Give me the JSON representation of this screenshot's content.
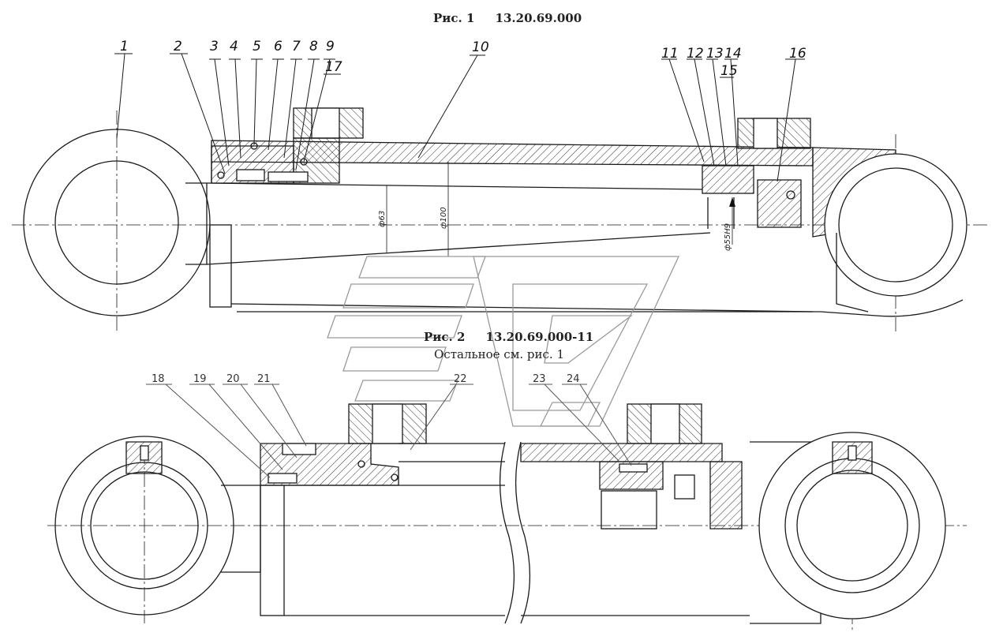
{
  "figure1": {
    "title": "Рис. 1     13.20.69.000",
    "callouts": [
      {
        "id": "1",
        "label": "1"
      },
      {
        "id": "2",
        "label": "2"
      },
      {
        "id": "3",
        "label": "3"
      },
      {
        "id": "4",
        "label": "4"
      },
      {
        "id": "5",
        "label": "5"
      },
      {
        "id": "6",
        "label": "6"
      },
      {
        "id": "7",
        "label": "7"
      },
      {
        "id": "8",
        "label": "8"
      },
      {
        "id": "9",
        "label": "9"
      },
      {
        "id": "17",
        "label": "17"
      },
      {
        "id": "10",
        "label": "10"
      },
      {
        "id": "11",
        "label": "11"
      },
      {
        "id": "12",
        "label": "12"
      },
      {
        "id": "13",
        "label": "13"
      },
      {
        "id": "14",
        "label": "14"
      },
      {
        "id": "15",
        "label": "15"
      },
      {
        "id": "16",
        "label": "16"
      }
    ],
    "dimensions": {
      "d_rod": "ф63",
      "d_bore": "ф100",
      "d_pin": "ф55Н9"
    }
  },
  "figure2": {
    "title": "Рис. 2     13.20.69.000-11",
    "subtitle": "Остальное см. рис. 1",
    "callouts": [
      {
        "id": "18",
        "label": "18"
      },
      {
        "id": "19",
        "label": "19"
      },
      {
        "id": "20",
        "label": "20"
      },
      {
        "id": "21",
        "label": "21"
      },
      {
        "id": "22",
        "label": "22"
      },
      {
        "id": "23",
        "label": "23"
      },
      {
        "id": "24",
        "label": "24"
      }
    ]
  },
  "colors": {
    "line": "#1a1a1a",
    "watermark": "#9a9a9a"
  }
}
